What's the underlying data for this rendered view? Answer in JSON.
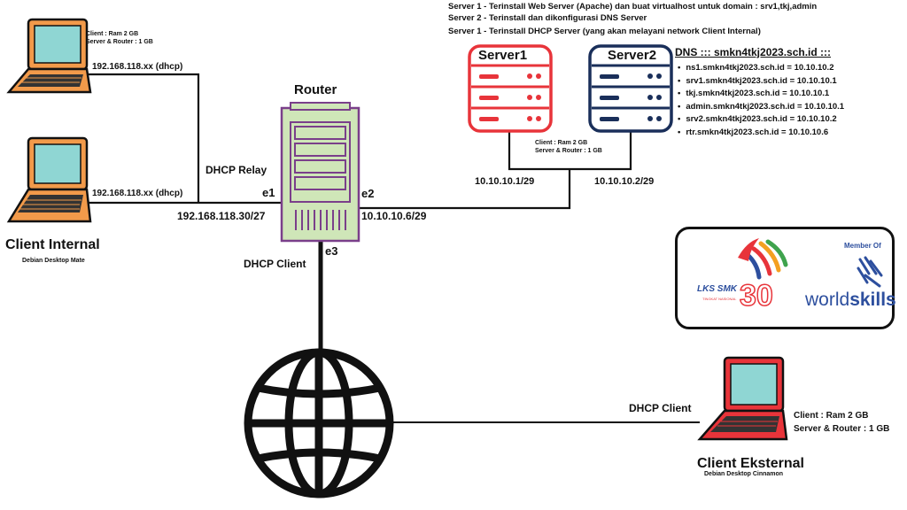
{
  "notes": [
    "Server 1 - Terinstall Web Server (Apache) dan buat virtualhost untuk domain : srv1,tkj,admin",
    "Server 2 - Terinstall dan dikonfigurasi DNS Server",
    "Server 1 - Terinstall DHCP Server (yang akan melayani network Client Internal)"
  ],
  "dns": {
    "title": "DNS ::: smkn4tkj2023.sch.id :::",
    "records": [
      "ns1.smkn4tkj2023.sch.id = 10.10.10.2",
      "srv1.smkn4tkj2023.sch.id = 10.10.10.1",
      "tkj.smkn4tkj2023.sch.id = 10.10.10.1",
      "admin.smkn4tkj2023.sch.id = 10.10.10.1",
      "srv2.smkn4tkj2023.sch.id = 10.10.10.2",
      "rtr.smkn4tkj2023.sch.id = 10.10.10.6"
    ]
  },
  "client_top": {
    "spec_line1": "Client : Ram 2 GB",
    "spec_line2": "Server & Router : 1 GB",
    "ip": "192.168.118.xx (dhcp)"
  },
  "client_internal": {
    "ip": "192.168.118.xx (dhcp)",
    "name": "Client Internal",
    "subtitle": "Debian Desktop Mate"
  },
  "router": {
    "title": "Router",
    "dhcp_relay": "DHCP Relay",
    "e1": "e1",
    "e2": "e2",
    "e3": "e3",
    "e1_ip": "192.168.118.30/27",
    "e2_ip": "10.10.10.6/29",
    "dhcp_client": "DHCP Client"
  },
  "servers": {
    "server1_name": "Server1",
    "server2_name": "Server2",
    "spec_line1": "Client : Ram 2 GB",
    "spec_line2": "Server & Router : 1 GB",
    "server1_ip": "10.10.10.1/29",
    "server2_ip": "10.10.10.2/29"
  },
  "client_external": {
    "dhcp_client": "DHCP Client",
    "spec_line1": "Client : Ram 2 GB",
    "spec_line2": "Server & Router : 1 GB",
    "name": "Client Eksternal",
    "subtitle": "Debian Desktop Cinnamon"
  },
  "logos": {
    "member_of": "Member Of",
    "lks_text": "LKS SMK",
    "lks_sub": "TINGKAT NASIONAL",
    "lks_number": "30",
    "worldskills_a": "world",
    "worldskills_b": "skills"
  },
  "colors": {
    "server1": "#e8343a",
    "server2": "#1a2f5a",
    "router": "#cfe6b8",
    "router_stroke": "#7a3f8a",
    "laptop_orange": "#f29a4a",
    "laptop_screen": "#8fd6d3",
    "laptop_red": "#e8343a",
    "worldskills_blue": "#2d4f9e"
  }
}
